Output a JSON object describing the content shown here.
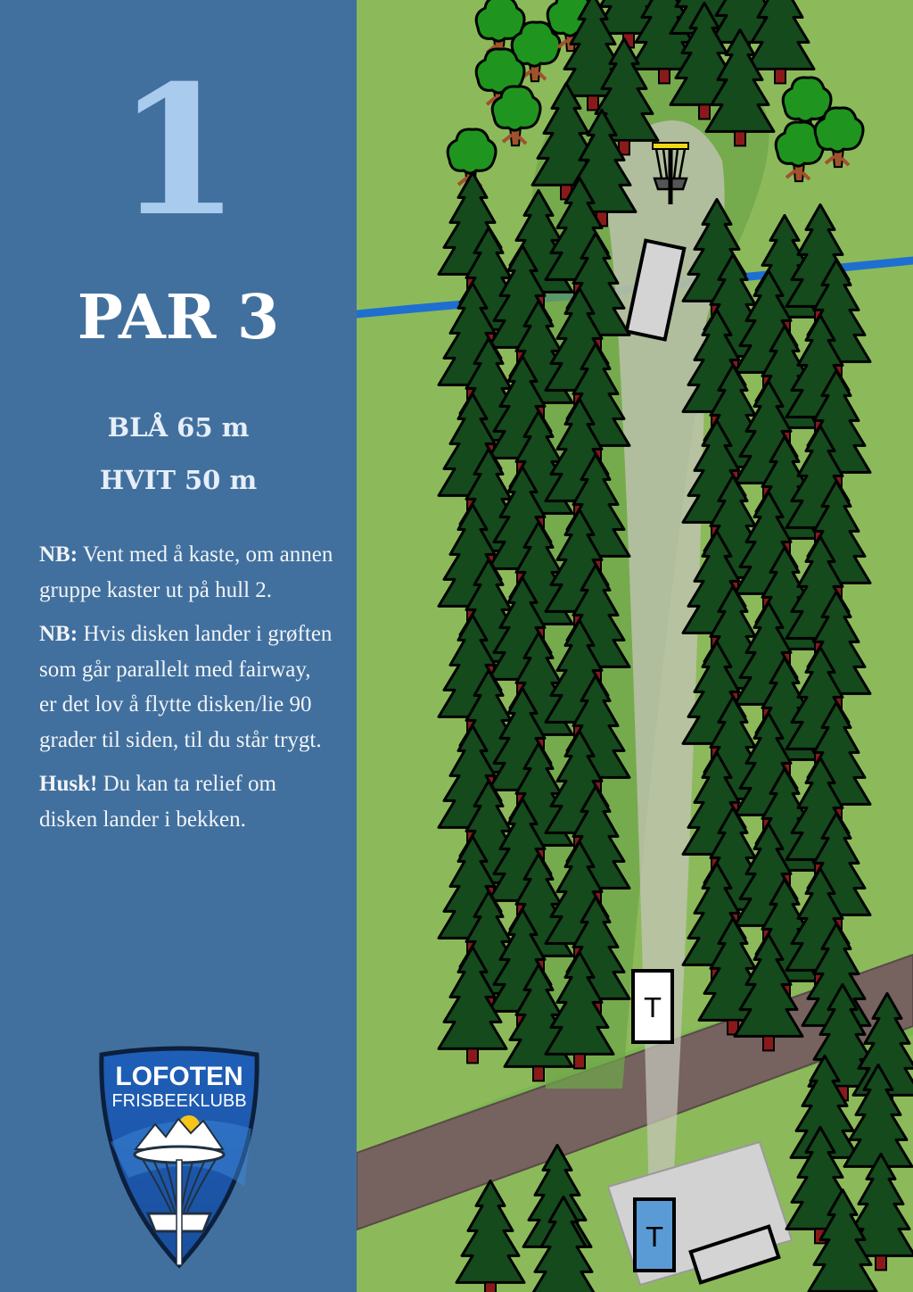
{
  "hole": {
    "number": "1",
    "par": "PAR 3",
    "distances": {
      "blue": "BLÅ 65 m",
      "white": "HVIT 50 m"
    }
  },
  "notes": [
    {
      "label": "NB:",
      "text": " Vent med å kaste, om annen gruppe kaster ut på hull 2."
    },
    {
      "label": "NB:",
      "text": " Hvis disken lander i grøften som går parallelt med fairway, er det lov å flytte disken/lie 90 grader til siden, til du står trygt."
    },
    {
      "label": "Husk!",
      "text": " Du kan ta relief om disken lander i bekken."
    }
  ],
  "logo": {
    "line1": "LOFOTEN",
    "line2": "FRISBEEKLUBB"
  },
  "map": {
    "tee_labels": {
      "white": "T",
      "blue": "T"
    }
  },
  "colors": {
    "panel": "#41709e",
    "grass": "#8cba5a",
    "road": "#76625f",
    "creek": "#1f6fd0",
    "fairway": "#c4c4b8",
    "pine": "#144a1c",
    "deciduous": "#1f951f",
    "blue_tee": "#5b9bd5"
  },
  "icons": [
    "disc-golf-basket-icon",
    "pine-tree-icon",
    "deciduous-tree-icon"
  ]
}
